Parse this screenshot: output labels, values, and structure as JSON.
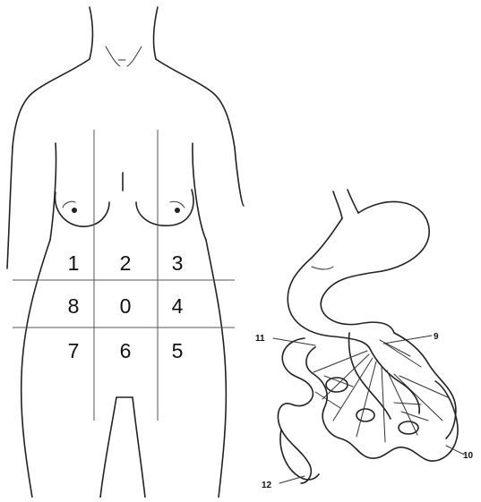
{
  "regions": {
    "top_row": [
      "1",
      "2",
      "3"
    ],
    "middle_row": [
      "8",
      "0",
      "4"
    ],
    "bottom_row": [
      "7",
      "6",
      "5"
    ]
  },
  "organ_labels": {
    "label_9": "9",
    "label_10": "10",
    "label_11": "11",
    "label_12": "12"
  },
  "colors": {
    "line": "#222222",
    "background": "#ffffff"
  }
}
